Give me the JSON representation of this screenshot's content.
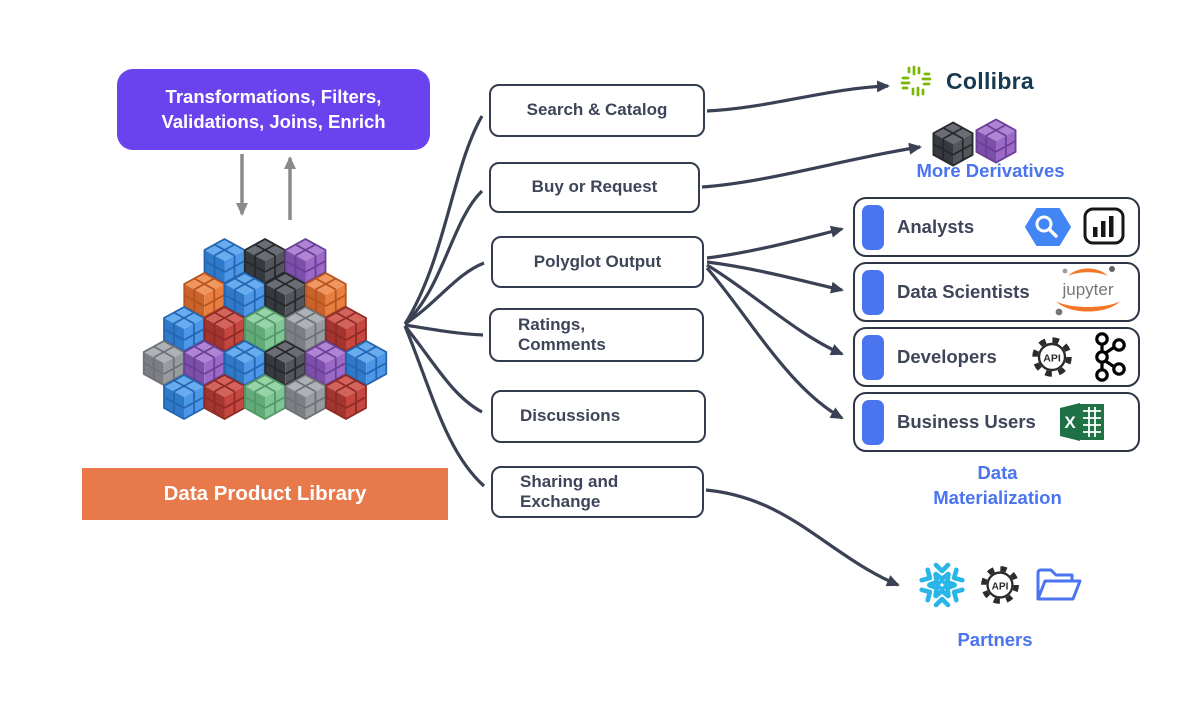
{
  "colors": {
    "purple_box": "#6B43EE",
    "orange_box": "#E8794A",
    "accent_blue": "#4A74F0",
    "navy_arrow": "#3A4154",
    "gray_arrow": "#8A8A8A",
    "collibra_green": "#7AB800",
    "snowflake_blue": "#29B5E8",
    "excel_green": "#217346",
    "bigquery_blue": "#4285F4",
    "jupyter_orange": "#F37726"
  },
  "transform_box": {
    "line1": "Transformations, Filters,",
    "line2": "Validations, Joins, Enrich"
  },
  "library": {
    "label": "Data Product Library"
  },
  "middle_boxes": [
    {
      "label": "Search & Catalog"
    },
    {
      "label": "Buy or Request"
    },
    {
      "label": "Polyglot Output"
    },
    {
      "label": "Ratings,",
      "label2": "Comments"
    },
    {
      "label": "Discussions"
    },
    {
      "label": "Sharing and",
      "label2": "Exchange"
    }
  ],
  "right_rows": [
    {
      "label": "Analysts",
      "icons": [
        "bigquery-icon",
        "powerbi-icon"
      ]
    },
    {
      "label": "Data Scientists",
      "icons": [
        "jupyter-icon"
      ]
    },
    {
      "label": "Developers",
      "icons": [
        "api-gear-icon",
        "kafka-icon"
      ]
    },
    {
      "label": "Business Users",
      "icons": [
        "excel-icon"
      ]
    }
  ],
  "collibra_label": "Collibra",
  "more_derivatives_label": "More Derivatives",
  "data_materialization": {
    "line1": "Data",
    "line2": "Materialization"
  },
  "partners_label": "Partners",
  "partners_icons": [
    "snowflake-icon",
    "api-gear-icon",
    "folder-icon"
  ],
  "jupyter_label": "jupyter",
  "api_label": "API",
  "excel_letter": "X",
  "cube_pyramid": {
    "rows": [
      [
        "blue",
        "darkgray",
        "purple"
      ],
      [
        "orange",
        "blue",
        "darkgray",
        "orange"
      ],
      [
        "blue",
        "red",
        "green",
        "gray",
        "red"
      ],
      [
        "gray",
        "purple",
        "blue",
        "darkgray",
        "purple",
        "blue"
      ],
      [
        "blue",
        "red",
        "green",
        "gray",
        "red"
      ]
    ]
  },
  "derivative_cubes": [
    "darkgray",
    "purple"
  ],
  "cube_palette": {
    "blue": {
      "light": "#68ACF0",
      "mid": "#4C97E8",
      "dark": "#2E79C8",
      "edge": "#2565B0"
    },
    "darkgray": {
      "light": "#6A6E74",
      "mid": "#53575D",
      "dark": "#36393E",
      "edge": "#26282C"
    },
    "purple": {
      "light": "#AF84D4",
      "mid": "#9A6AC6",
      "dark": "#7C4FA8",
      "edge": "#6B3F96"
    },
    "orange": {
      "light": "#F0975F",
      "mid": "#E87F41",
      "dark": "#C9632A",
      "edge": "#B5541E"
    },
    "red": {
      "light": "#D4635C",
      "mid": "#C6473F",
      "dark": "#A23530",
      "edge": "#8E2B26"
    },
    "green": {
      "light": "#96D4A8",
      "mid": "#7FC694",
      "dark": "#62AB78",
      "edge": "#529868"
    },
    "gray": {
      "light": "#AEB2B6",
      "mid": "#989CA1",
      "dark": "#7B7F84",
      "edge": "#6E7276"
    }
  }
}
